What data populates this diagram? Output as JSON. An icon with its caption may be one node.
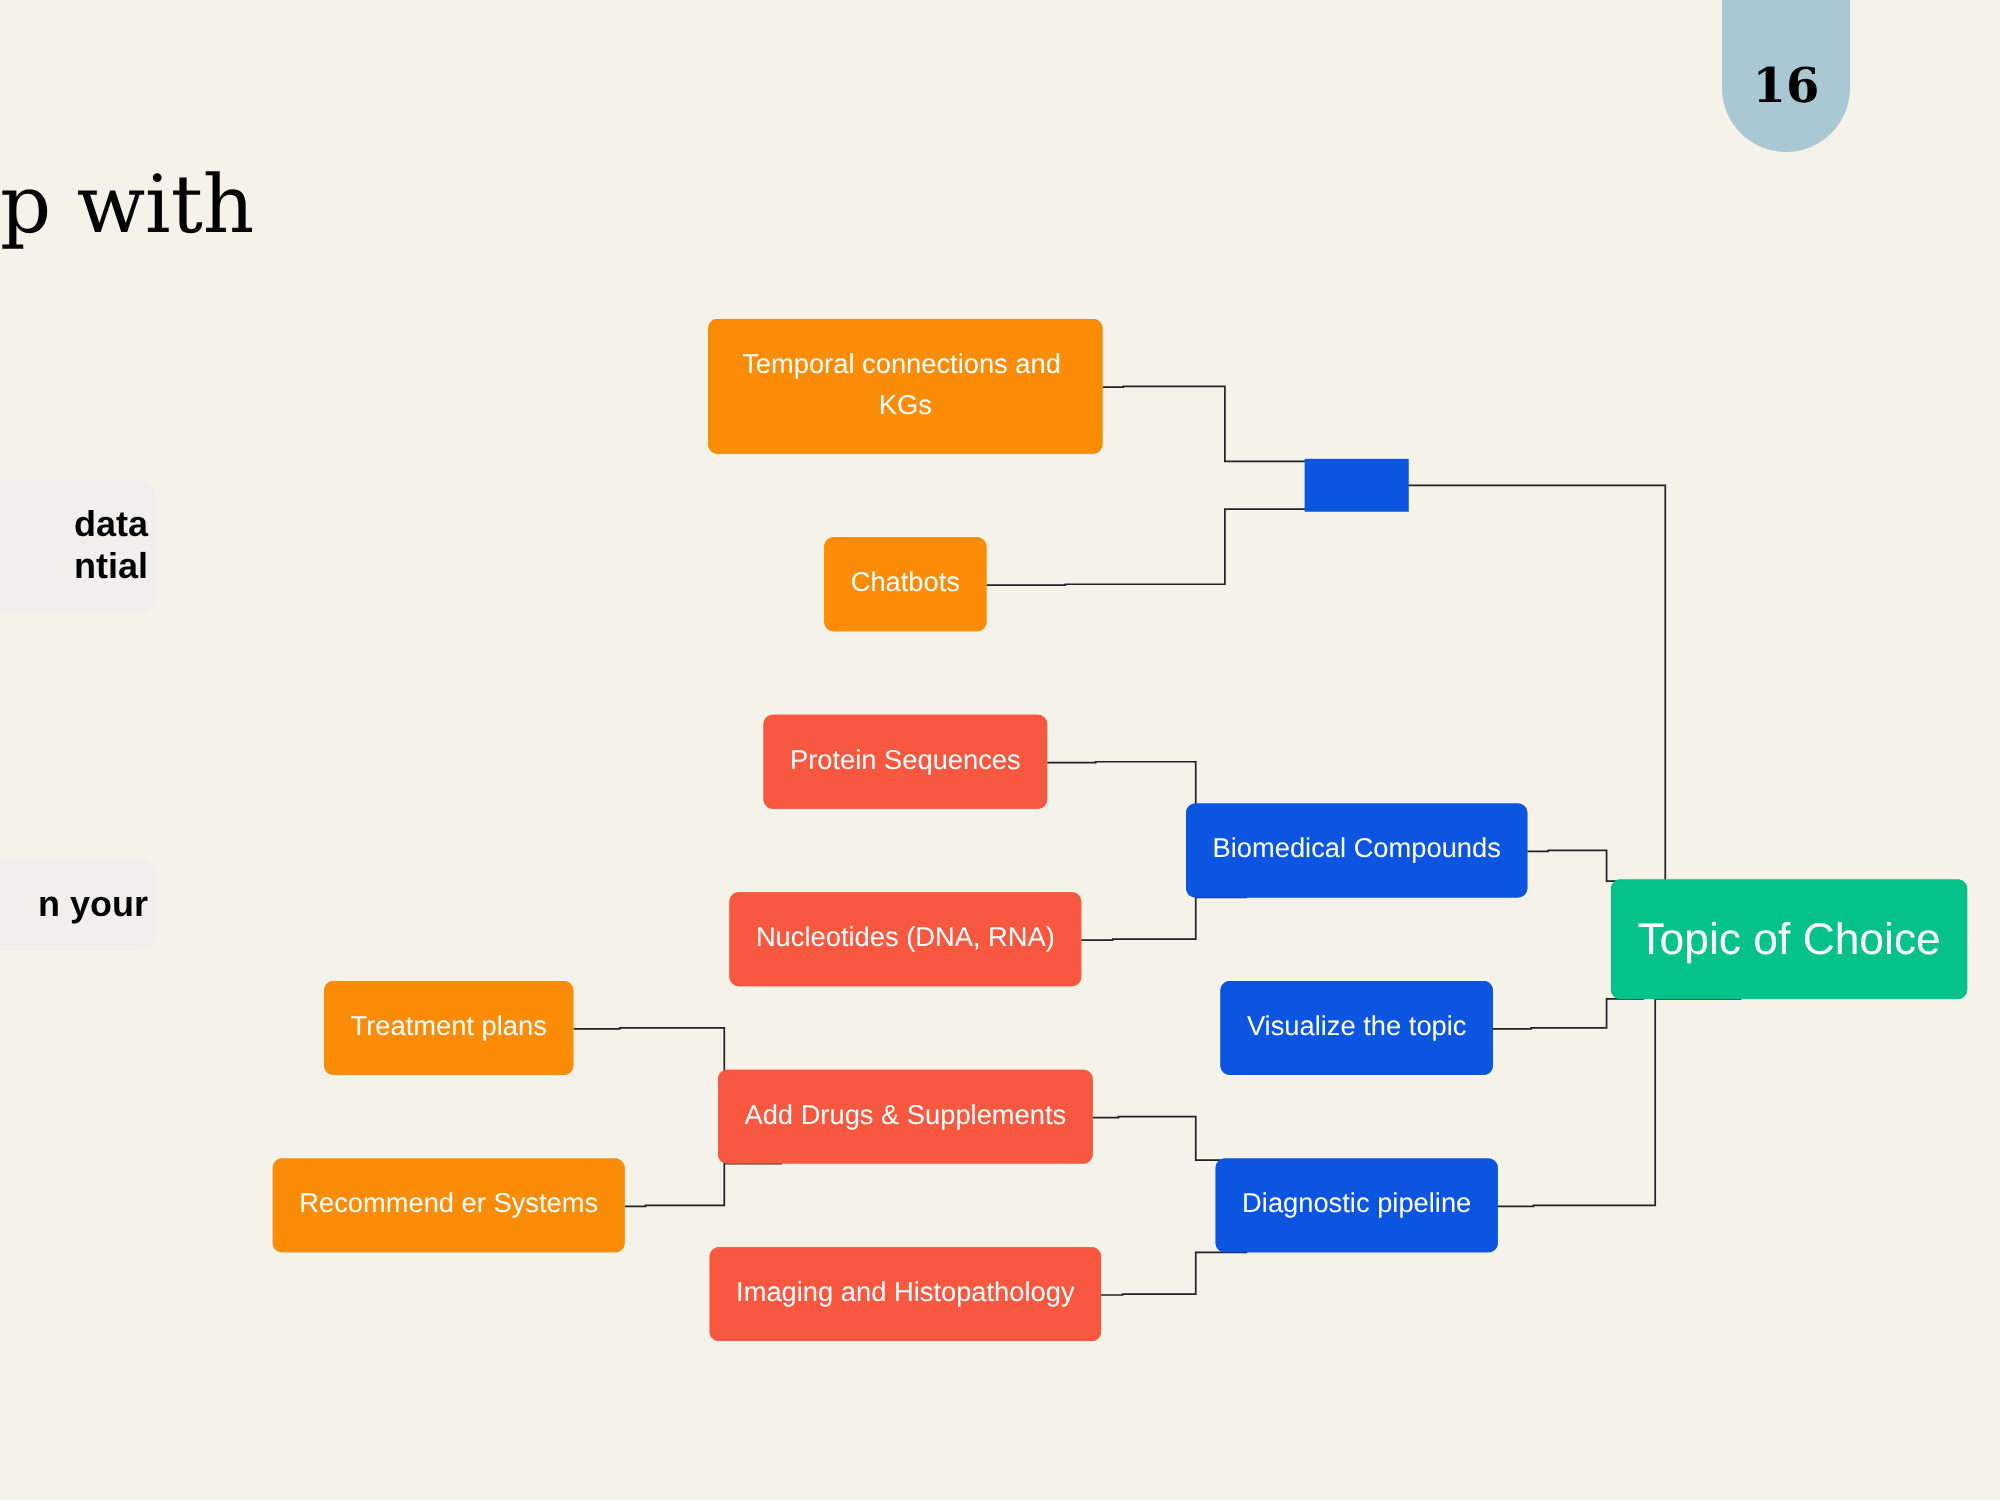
{
  "diagram": {
    "nodes": [
      {
        "text": [
          "Topic of Choice"
        ]
      },
      {
        "text": [],
        "shape": "box"
      },
      {
        "text": [
          "Temporal connections and KGs"
        ]
      },
      {
        "text": [
          "Chatbots"
        ]
      },
      {
        "text": [
          "Biomedical Compounds"
        ]
      },
      {
        "text": [
          "Protein Sequences"
        ]
      },
      {
        "text": [
          "Nucleotides (DNA, RNA)"
        ]
      },
      {
        "text": [
          "Visualize the topic"
        ]
      },
      {
        "text": [
          "Diagnostic pipeline"
        ]
      },
      {
        "text": [
          "Add Drugs & Supplements"
        ]
      },
      {
        "text": [
          "Treatment plans"
        ]
      },
      {
        "text": [
          "Recommend er Systems"
        ]
      },
      {
        "text": [
          "Imaging and Histopathology"
        ]
      }
    ],
    "edges": [
      {
        "from": 0,
        "to": 1,
        "arrow": "none"
      },
      {
        "from": 1,
        "to": 2,
        "arrow": "none"
      },
      {
        "from": 1,
        "to": 3,
        "arrow": "none"
      },
      {
        "from": 0,
        "to": 4,
        "arrow": "none"
      },
      {
        "from": 4,
        "to": 5,
        "arrow": "none"
      },
      {
        "from": 4,
        "to": 6,
        "arrow": "none"
      },
      {
        "from": 0,
        "to": 7,
        "arrow": "none"
      },
      {
        "from": 0,
        "to": 8,
        "arrow": "none"
      },
      {
        "from": 8,
        "to": 9,
        "arrow": "none"
      },
      {
        "from": 9,
        "to": 10,
        "arrow": "none"
      },
      {
        "from": 9,
        "to": 11,
        "arrow": "none"
      },
      {
        "from": 8,
        "to": 12,
        "arrow": "none"
      }
    ],
    "labels": [
      "p with",
      "16",
      "data ntial",
      "n your"
    ]
  }
}
